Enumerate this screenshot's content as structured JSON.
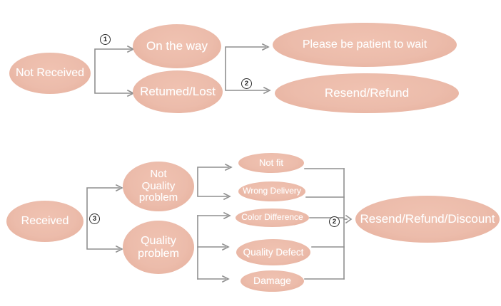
{
  "colors": {
    "node_fill": "#ecbcab",
    "node_fill_edge": "#e5ae9b",
    "node_text": "#ffffff",
    "connector": "#8f8f8f",
    "marker_text": "#1d1d1d"
  },
  "top_flow": {
    "not_received": "Not Received",
    "marker_1": "1",
    "on_the_way": "On the way",
    "returned_lost": "Retumed/Lost",
    "marker_2": "2",
    "please_be_patient": "Please be patient to wait",
    "resend_refund": "Resend/Refund"
  },
  "bottom_flow": {
    "received": "Received",
    "marker_3": "3",
    "not_quality_problem": "Not Quality problem",
    "quality_problem": "Quality problem",
    "not_fit": "Not fit",
    "wrong_delivery": "Wrong Delivery",
    "color_difference": "Color Difference",
    "quality_defect": "Quality Defect",
    "damage": "Damage",
    "marker_2": "2",
    "resend_refund_discount": "Resend/Refund/Discount"
  }
}
